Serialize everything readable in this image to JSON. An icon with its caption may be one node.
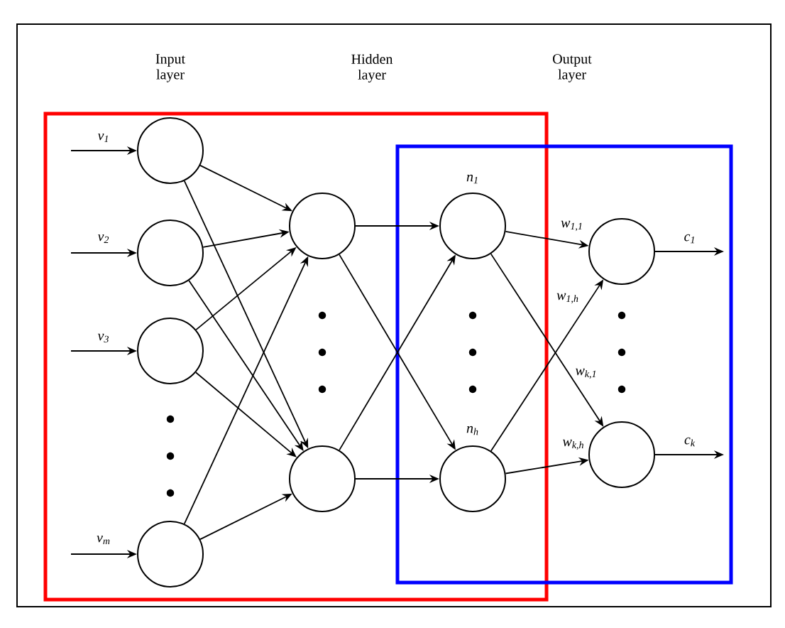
{
  "diagram": {
    "nodes": [
      {
        "text": [],
        "shape": "circle"
      },
      {
        "text": [],
        "shape": "circle"
      },
      {
        "text": [],
        "shape": "circle"
      },
      {
        "text": [],
        "shape": "circle"
      },
      {
        "text": [],
        "shape": "circle"
      },
      {
        "text": [],
        "shape": "circle"
      },
      {
        "text": [],
        "shape": "circle",
        "beside": [
          "n$_{1}$"
        ]
      },
      {
        "text": [],
        "shape": "circle",
        "beside": [
          "n$_{h}$"
        ]
      },
      {
        "text": [],
        "shape": "circle"
      },
      {
        "text": [],
        "shape": "circle"
      }
    ],
    "edges": [
      {
        "from": null,
        "to": 0,
        "arrow": "to",
        "label": "v$_{1}$"
      },
      {
        "from": null,
        "to": 1,
        "arrow": "to",
        "label": "v$_{2}$"
      },
      {
        "from": null,
        "to": 2,
        "arrow": "to",
        "label": "v$_{3}$"
      },
      {
        "from": null,
        "to": 3,
        "arrow": "to",
        "label": "v$_{m}$"
      },
      {
        "from": 0,
        "to": 4,
        "arrow": "to"
      },
      {
        "from": 0,
        "to": 5,
        "arrow": "to"
      },
      {
        "from": 1,
        "to": 4,
        "arrow": "to"
      },
      {
        "from": 1,
        "to": 5,
        "arrow": "to"
      },
      {
        "from": 2,
        "to": 4,
        "arrow": "to"
      },
      {
        "from": 2,
        "to": 5,
        "arrow": "to"
      },
      {
        "from": 3,
        "to": 4,
        "arrow": "to"
      },
      {
        "from": 3,
        "to": 5,
        "arrow": "to"
      },
      {
        "from": 4,
        "to": 6,
        "arrow": "to"
      },
      {
        "from": 4,
        "to": 7,
        "arrow": "to"
      },
      {
        "from": 5,
        "to": 6,
        "arrow": "to"
      },
      {
        "from": 5,
        "to": 7,
        "arrow": "to"
      },
      {
        "from": 6,
        "to": 8,
        "arrow": "to",
        "label": "w$_{1,1}$"
      },
      {
        "from": 6,
        "to": 9,
        "arrow": "to",
        "label": "w$_{k,1}$"
      },
      {
        "from": 7,
        "to": 8,
        "arrow": "to",
        "label": "w$_{1,h}$"
      },
      {
        "from": 7,
        "to": 9,
        "arrow": "to",
        "label": "w$_{k,h}$"
      },
      {
        "from": 8,
        "to": null,
        "arrow": "to",
        "label": "c$_{1}$"
      },
      {
        "from": 9,
        "to": null,
        "arrow": "to",
        "label": "c$_{k}$"
      }
    ],
    "labels": [
      "Input layer",
      "Hidden layer",
      "Output layer"
    ]
  }
}
